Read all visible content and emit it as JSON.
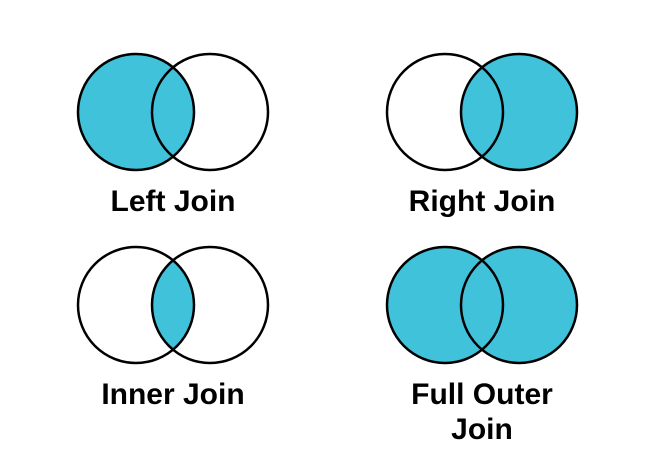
{
  "page": {
    "background": "#ffffff"
  },
  "colors": {
    "highlight": "#41C2DB",
    "empty": "#ffffff",
    "stroke": "#000000",
    "text": "#000000"
  },
  "diagrams": [
    {
      "id": "left-join",
      "label": "Left Join",
      "shaded_region": "left-circle"
    },
    {
      "id": "right-join",
      "label": "Right Join",
      "shaded_region": "right-circle"
    },
    {
      "id": "inner-join",
      "label": "Inner Join",
      "shaded_region": "intersection"
    },
    {
      "id": "full-outer-join",
      "label": "Full Outer Join",
      "shaded_region": "both-circles"
    }
  ]
}
